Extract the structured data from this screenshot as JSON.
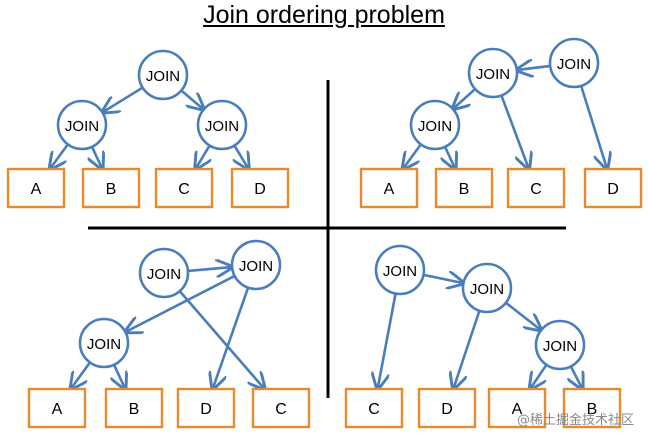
{
  "title": "Join ordering problem",
  "watermark": "@稀土掘金技术社区",
  "colors": {
    "edge": "#4a7ebb",
    "node_stroke": "#4a7ebb",
    "leaf_stroke": "#e8892b",
    "divider": "#000000"
  },
  "node_label": "JOIN",
  "trees": [
    {
      "id": "top-left",
      "joins": [
        "j1",
        "j2",
        "j3"
      ],
      "leaves": [
        {
          "id": "a",
          "label": "A"
        },
        {
          "id": "b",
          "label": "B"
        },
        {
          "id": "c",
          "label": "C"
        },
        {
          "id": "d",
          "label": "D"
        }
      ],
      "edges": [
        [
          "j1",
          "j2"
        ],
        [
          "j1",
          "j3"
        ],
        [
          "j2",
          "a"
        ],
        [
          "j2",
          "b"
        ],
        [
          "j3",
          "c"
        ],
        [
          "j3",
          "d"
        ]
      ]
    },
    {
      "id": "top-right",
      "joins": [
        "j1",
        "j2",
        "j3"
      ],
      "leaves": [
        {
          "id": "a",
          "label": "A"
        },
        {
          "id": "b",
          "label": "B"
        },
        {
          "id": "c",
          "label": "C"
        },
        {
          "id": "d",
          "label": "D"
        }
      ],
      "edges": [
        [
          "j1",
          "j2"
        ],
        [
          "j1",
          "d"
        ],
        [
          "j2",
          "j3"
        ],
        [
          "j2",
          "c"
        ],
        [
          "j3",
          "a"
        ],
        [
          "j3",
          "b"
        ]
      ]
    },
    {
      "id": "bottom-left",
      "joins": [
        "j1",
        "j2",
        "j3"
      ],
      "leaves": [
        {
          "id": "a",
          "label": "A"
        },
        {
          "id": "b",
          "label": "B"
        },
        {
          "id": "d",
          "label": "D"
        },
        {
          "id": "c",
          "label": "C"
        }
      ],
      "edges": [
        [
          "j1",
          "j2"
        ],
        [
          "j1",
          "c"
        ],
        [
          "j2",
          "j3"
        ],
        [
          "j2",
          "d"
        ],
        [
          "j3",
          "a"
        ],
        [
          "j3",
          "b"
        ]
      ]
    },
    {
      "id": "bottom-right",
      "joins": [
        "j1",
        "j2",
        "j3"
      ],
      "leaves": [
        {
          "id": "c",
          "label": "C"
        },
        {
          "id": "d",
          "label": "D"
        },
        {
          "id": "a",
          "label": "A"
        },
        {
          "id": "b",
          "label": "B"
        }
      ],
      "edges": [
        [
          "j1",
          "c"
        ],
        [
          "j1",
          "j2"
        ],
        [
          "j2",
          "d"
        ],
        [
          "j2",
          "j3"
        ],
        [
          "j3",
          "a"
        ],
        [
          "j3",
          "b"
        ]
      ]
    }
  ]
}
